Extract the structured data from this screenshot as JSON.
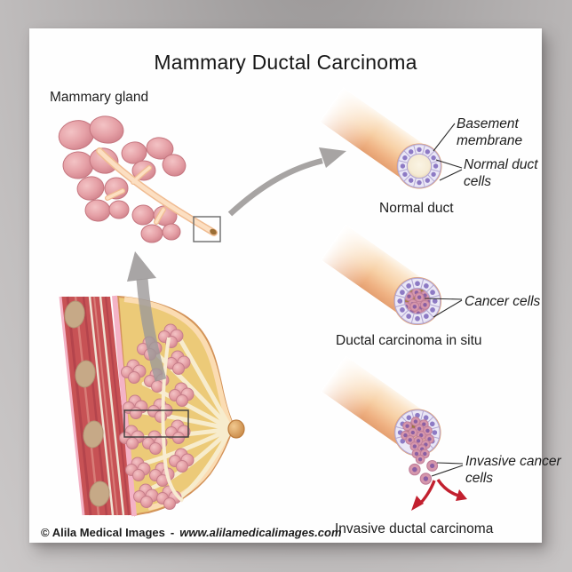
{
  "title": "Mammary Ductal Carcinoma",
  "gland": {
    "label": "Mammary gland"
  },
  "ducts": {
    "normal": {
      "caption": "Normal duct",
      "ann_membrane": "Basement membrane",
      "ann_cells": "Normal duct cells"
    },
    "in_situ": {
      "caption": "Ductal carcinoma in situ",
      "ann_cells": "Cancer cells"
    },
    "invasive": {
      "caption": "Invasive ductal carcinoma",
      "ann_cells": "Invasive cancer cells"
    }
  },
  "footer": {
    "copyright": "© Alila Medical Images",
    "separator": "-",
    "website": "www.alilamedicalimages.com"
  },
  "colors": {
    "accent_red": "#c2202f",
    "duct_wall_peach": "#f6cda2",
    "cell_ring_lavender": "#eae7f6",
    "nucleus_purple": "#8d7ac4",
    "cancer_cell_pink": "#d697ac",
    "lobule_pink": "#dd8f96",
    "arrow_gray": "#a3a09f",
    "fat_yellow": "#ecca78",
    "muscle_red": "#c75255"
  }
}
